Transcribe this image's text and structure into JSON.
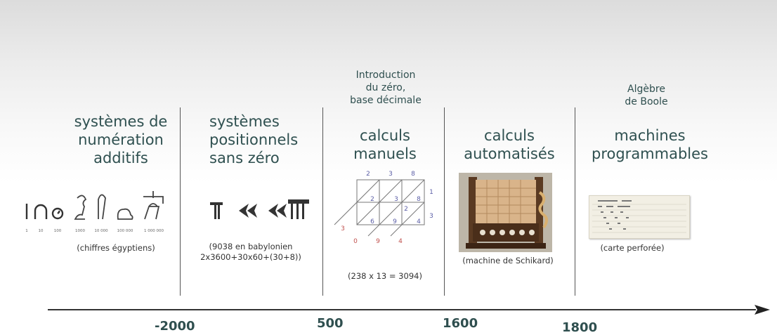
{
  "eras": [
    {
      "id": "additive",
      "title": "systèmes de\nnumération\nadditifs",
      "caption": "(chiffres égyptiens)"
    },
    {
      "id": "positional",
      "title": "systèmes\npositionnels\nsans zéro",
      "caption": "(9038 en babylonien\n2x3600+30x60+(30+8))"
    },
    {
      "id": "manual",
      "title": "calculs\nmanuels",
      "caption": "(238 x 13 = 3094)"
    },
    {
      "id": "automated",
      "title": "calculs\nautomatisés",
      "caption": "(machine de Schikard)"
    },
    {
      "id": "programmable",
      "title": "machines\nprogrammables",
      "caption": "(carte perforée)"
    }
  ],
  "notes": {
    "zero": "Introduction\ndu zéro,\nbase décimale",
    "boole": "Algèbre\nde Boole"
  },
  "egyptian_values": [
    "1",
    "10",
    "100",
    "1000",
    "10 000",
    "100 000",
    "1 000 000"
  ],
  "lattice": {
    "top": [
      "2",
      "3",
      "8"
    ],
    "right": [
      "1",
      "3"
    ],
    "cells": [
      "2",
      "3",
      "8",
      "6",
      "9",
      "2",
      "4"
    ],
    "bottom": [
      "3",
      "0",
      "9",
      "4"
    ]
  },
  "years": [
    "-2000",
    "500",
    "1600",
    "1800"
  ],
  "colors": {
    "text": "#2f5050",
    "axis": "#333333",
    "lattice_red": "#c0504d",
    "lattice_blue": "#5b5ea6"
  }
}
